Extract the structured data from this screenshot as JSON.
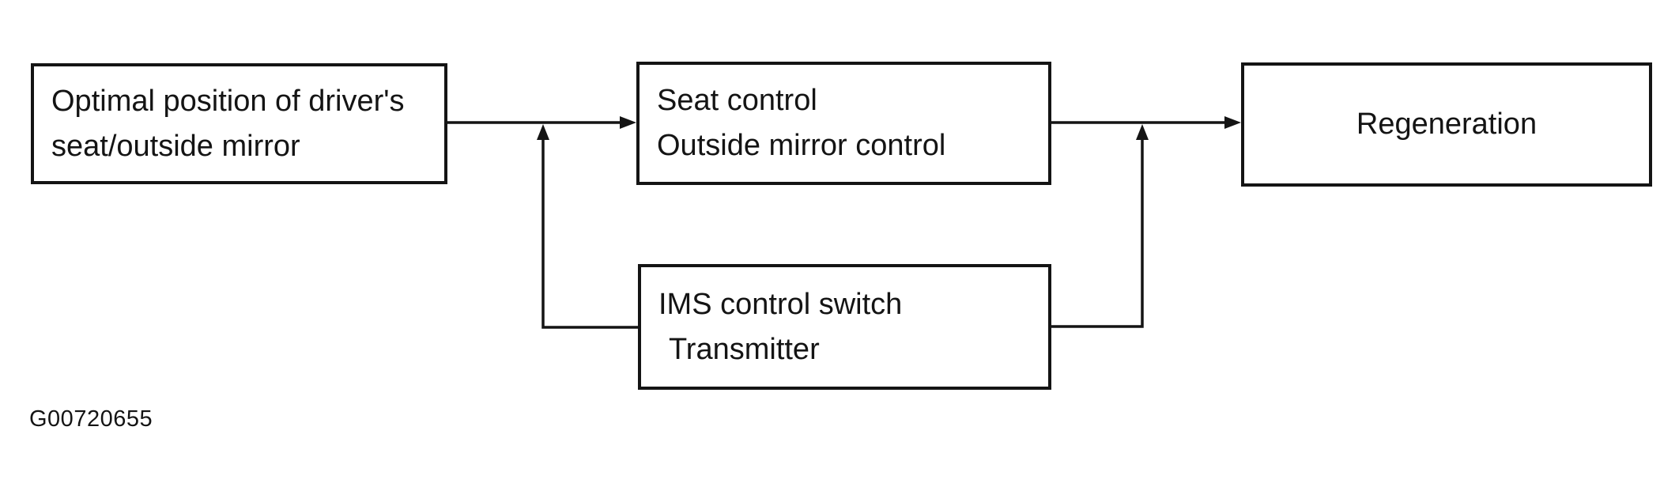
{
  "figure_code": "G00720655",
  "colors": {
    "ink": "#141414",
    "background": "#ffffff"
  },
  "diagram": {
    "type": "block-flow-diagram",
    "nodes": {
      "optimal": {
        "line1": "Optimal position of driver's",
        "line2": "seat/outside mirror"
      },
      "seat_control": {
        "line1": "Seat control",
        "line2": "Outside mirror control"
      },
      "regeneration": {
        "line1": "Regeneration"
      },
      "ims": {
        "line1": "IMS control switch",
        "line2": "Transmitter"
      }
    },
    "edges": [
      {
        "from": "optimal",
        "to": "seat_control",
        "style": "arrow-right"
      },
      {
        "from": "seat_control",
        "to": "regeneration",
        "style": "arrow-right"
      },
      {
        "from": "ims",
        "to": "line optimal→seat_control",
        "style": "elbow-arrow-up",
        "exit_side": "left"
      },
      {
        "from": "ims",
        "to": "line seat_control→regeneration",
        "style": "elbow-arrow-up",
        "exit_side": "right"
      }
    ]
  }
}
